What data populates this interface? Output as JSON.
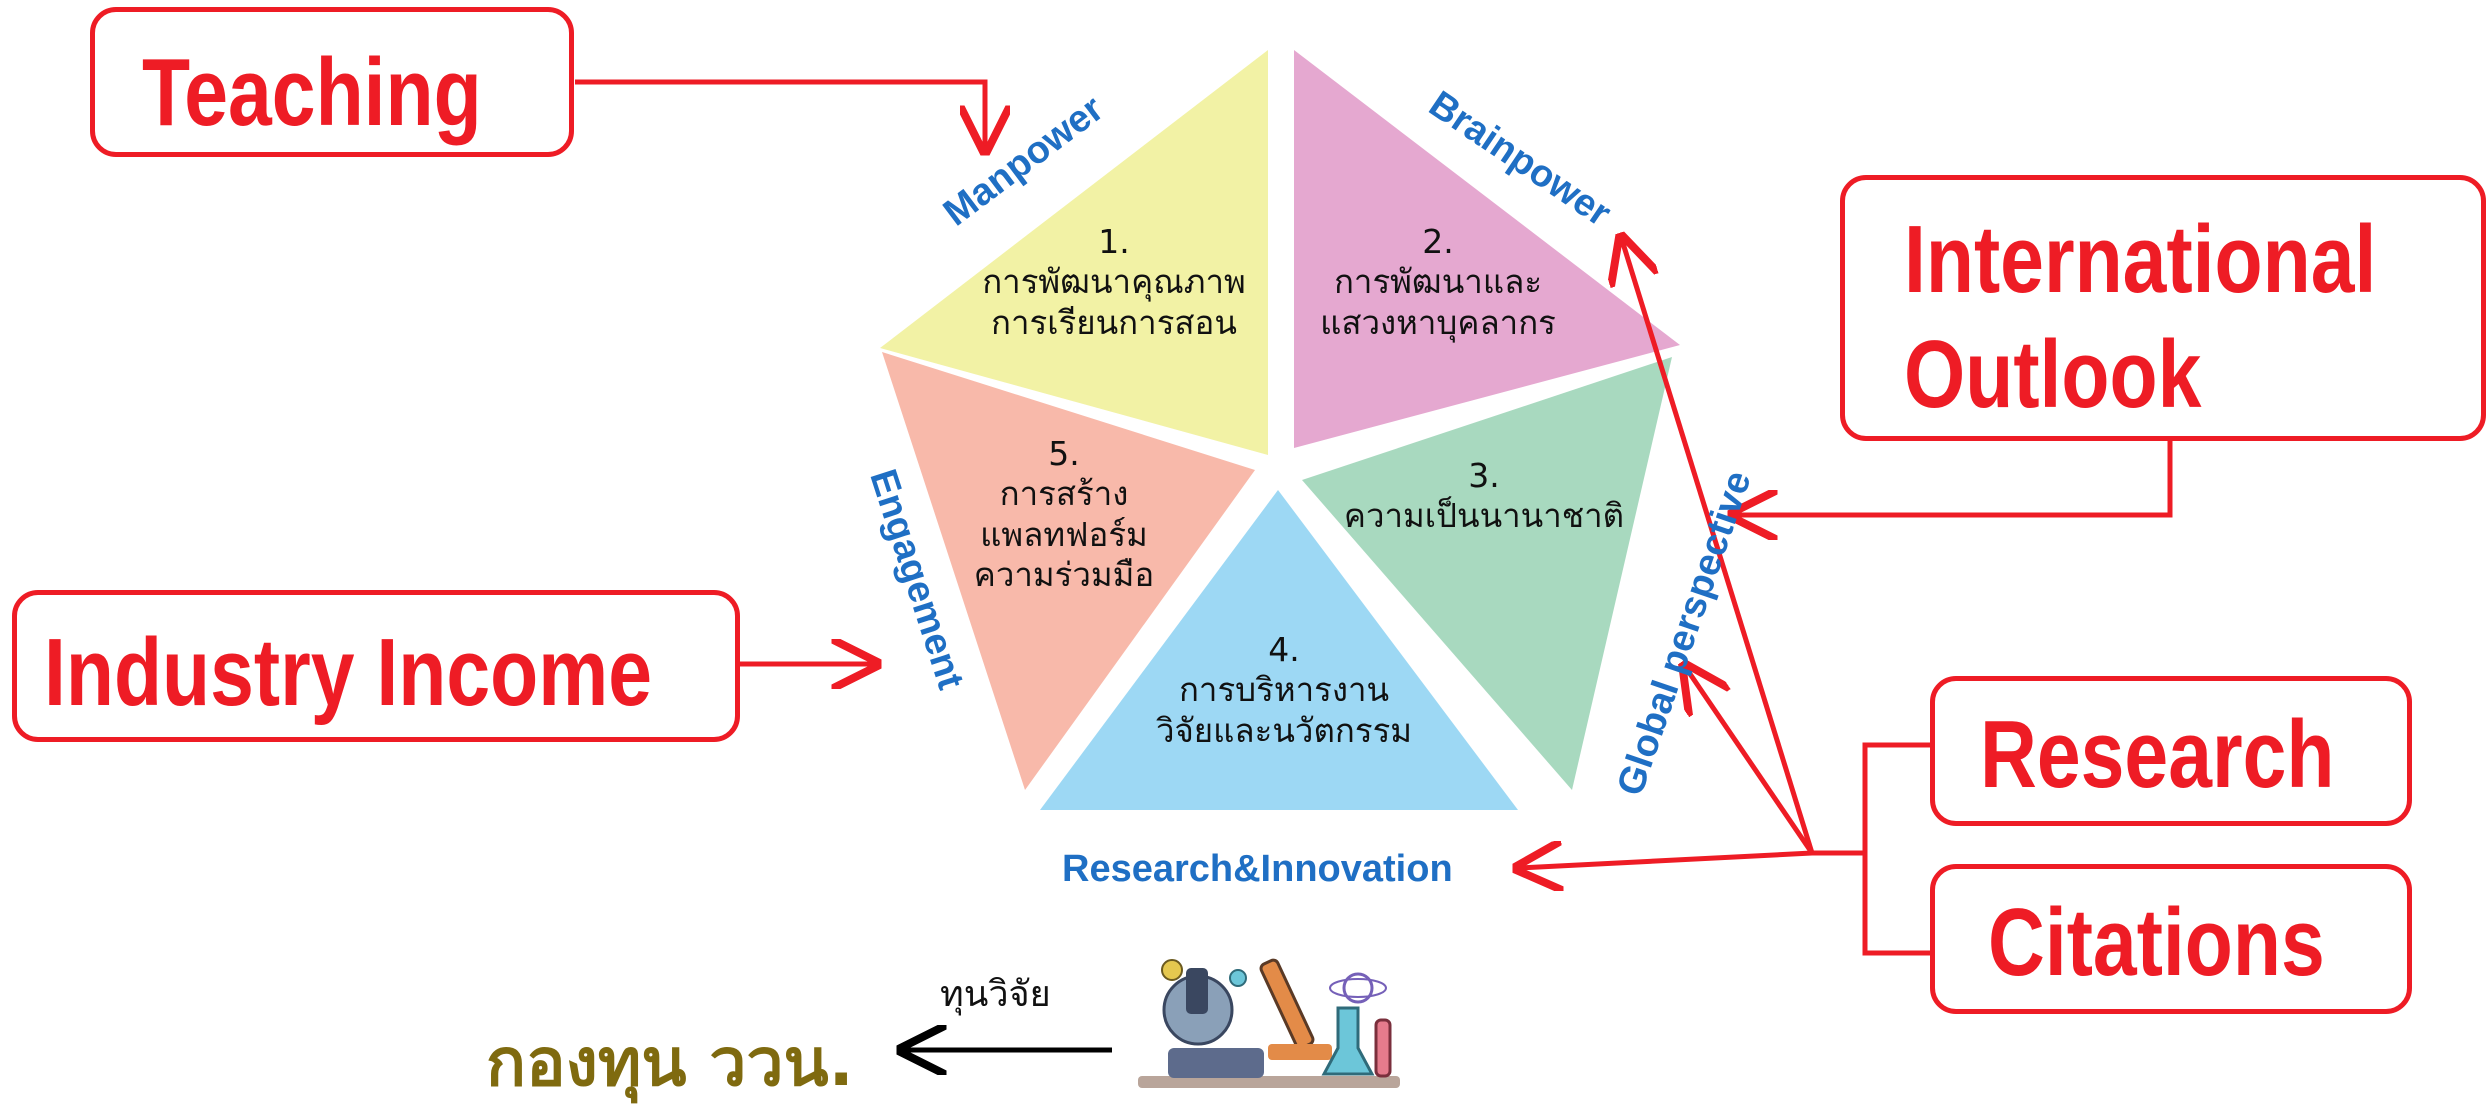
{
  "segments": [
    {
      "number": "1.",
      "lines": [
        "การพัฒนาคุณภาพ",
        "การเรียนการสอน"
      ],
      "color": "#f2f2a5",
      "axis": "Manpower"
    },
    {
      "number": "2.",
      "lines": [
        "การพัฒนาและ",
        "แสวงหาบุคลากร"
      ],
      "color": "#e5a8d0",
      "axis": "Brainpower"
    },
    {
      "number": "3.",
      "lines": [
        "ความเป็นนานาชาติ"
      ],
      "color": "#a8d9bf",
      "axis": "Global perspective"
    },
    {
      "number": "4.",
      "lines": [
        "การบริหารงาน",
        "วิจัยและนวัตกรรม"
      ],
      "color": "#9dd8f4",
      "axis": "Research&Innovation"
    },
    {
      "number": "5.",
      "lines": [
        "การสร้าง",
        "แพลทฟอร์ม",
        "ความร่วมมือ"
      ],
      "color": "#f8b9aa",
      "axis": "Engagement"
    }
  ],
  "indicators": {
    "teaching": "Teaching",
    "international_outlook": [
      "International",
      "Outlook"
    ],
    "industry_income": "Industry Income",
    "research": "Research",
    "citations": "Citations"
  },
  "funding": {
    "source": "กองทุน ววน.",
    "note": "ทุนวิจัย",
    "illustration": "science-lab-illustration"
  },
  "colors": {
    "accent": "#ee1c25",
    "axis_text": "#1f6fc4",
    "fund_text": "#7f6a0f"
  }
}
